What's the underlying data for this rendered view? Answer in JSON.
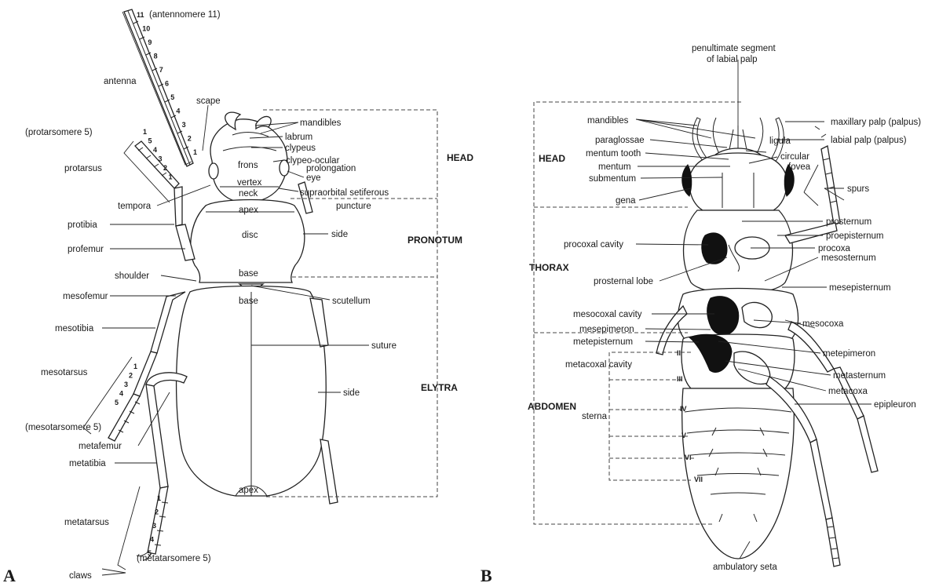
{
  "panels": {
    "a": "A",
    "b": "B"
  },
  "panel_a": {
    "sections": {
      "head": "HEAD",
      "pronotum": "PRONOTUM",
      "elytra": "ELYTRA"
    },
    "labels": {
      "antennomere_11": "(antennomere 11)",
      "antenna": "antenna",
      "scape": "scape",
      "mandibles": "mandibles",
      "labrum": "labrum",
      "clypeus": "clypeus",
      "frons": "frons",
      "clypeo_ocular": "clypeo-ocular",
      "prolongation": "prolongation",
      "eye": "eye",
      "vertex": "vertex",
      "neck": "neck",
      "supraorbital": "supraorbital setiferous",
      "puncture": "puncture",
      "protarsomere_5": "(protarsomere 5)",
      "protarsus": "protarsus",
      "tempora": "tempora",
      "apex_pronotum": "apex",
      "protibia": "protibia",
      "disc": "disc",
      "side_pronotum": "side",
      "profemur": "profemur",
      "shoulder": "shoulder",
      "base_pronotum": "base",
      "mesofemur": "mesofemur",
      "base_elytra": "base",
      "scutellum": "scutellum",
      "mesotibia": "mesotibia",
      "suture": "suture",
      "mesotarsus": "mesotarsus",
      "side_elytra": "side",
      "mesotarsomere_5": "(mesotarsomere 5)",
      "metafemur": "metafemur",
      "metatibia": "metatibia",
      "apex_elytra": "apex",
      "metatarsus": "metatarsus",
      "claws": "claws",
      "metatarsomere_5": "(metatarsomere 5)"
    },
    "antenna_numbers": [
      "11",
      "10",
      "9",
      "8",
      "7",
      "6",
      "5",
      "4",
      "3",
      "2",
      "1"
    ],
    "protarsus_numbers": [
      "1",
      "5",
      "4",
      "3",
      "2",
      "1"
    ],
    "mesotarsus_numbers": [
      "1",
      "2",
      "3",
      "4",
      "5"
    ],
    "metatarsus_numbers": [
      "1",
      "2",
      "3",
      "4",
      "5"
    ]
  },
  "panel_b": {
    "sections": {
      "head": "HEAD",
      "thorax": "THORAX",
      "abdomen": "ABDOMEN"
    },
    "labels": {
      "penultimate_1": "penultimate segment",
      "penultimate_2": "of labial palp",
      "maxillary_palp": "maxillary palp (palpus)",
      "labial_palp": "labial palp (palpus)",
      "mandibles": "mandibles",
      "paraglossae": "paraglossae",
      "ligula": "ligula",
      "mentum_tooth": "mentum tooth",
      "mentum": "mentum",
      "circular": "circular",
      "fovea": "fovea",
      "submentum": "submentum",
      "spurs": "spurs",
      "gena": "gena",
      "prosternum": "prosternum",
      "proepisternum": "proepisternum",
      "procoxal_cavity": "procoxal cavity",
      "procoxa": "procoxa",
      "mesosternum": "mesosternum",
      "prosternal_lobe": "prosternal lobe",
      "mesepisternum": "mesepisternum",
      "mesocoxal_cavity": "mesocoxal cavity",
      "mesocoxa": "mesocoxa",
      "mesepimeron": "mesepimeron",
      "metepisternum": "metepisternum",
      "metepimeron": "metepimeron",
      "metacoxal_cavity": "metacoxal cavity",
      "metasternum": "metasternum",
      "metacoxa": "metacoxa",
      "epipleuron": "epipleuron",
      "sterna": "sterna",
      "ambulatory_seta": "ambulatory seta"
    },
    "sterna_numerals": [
      "II",
      "III",
      "IV",
      "V",
      "VI",
      "VII"
    ]
  }
}
